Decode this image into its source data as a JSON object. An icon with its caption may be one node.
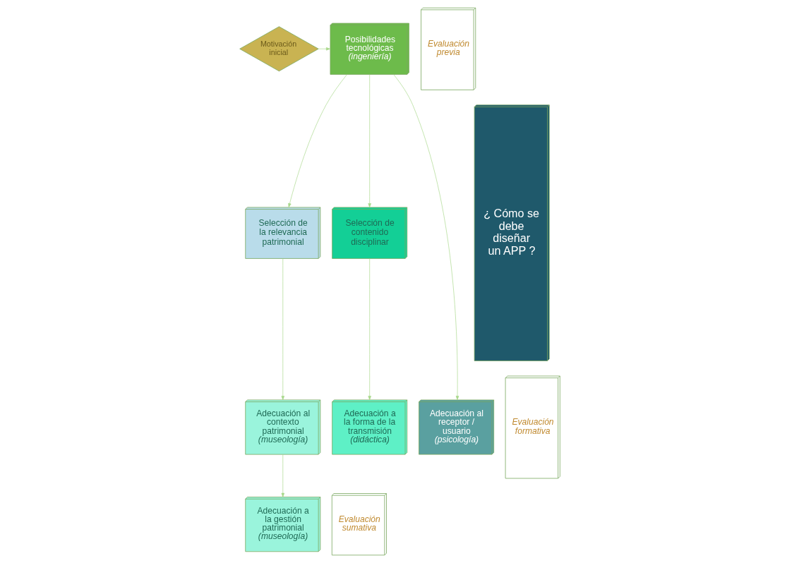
{
  "diagram": {
    "nodes": [
      {
        "text": [
          "Motivación inicial"
        ]
      },
      {
        "text": [
          "Posibilidades tecnológicas",
          "(ingeniería)"
        ]
      },
      {
        "text": [
          "Selección de la relevancia patrimonial"
        ]
      },
      {
        "text": [
          "Selección de contenido disciplinar"
        ]
      },
      {
        "text": [
          "Adecuación al contexto patrimonial",
          "(museología)"
        ]
      },
      {
        "text": [
          "Adecuación a la forma de la transmisión",
          "(didáctica)"
        ]
      },
      {
        "text": [
          "Adecuación al receptor / usuario",
          "(psicología)"
        ]
      },
      {
        "text": [
          "Adecuación a la gestión patrimonial",
          "(museología)"
        ]
      },
      {
        "text": [
          "¿ Cómo se debe diseñar un APP ?"
        ]
      },
      {
        "text": [
          "Evaluación previa"
        ]
      },
      {
        "text": [
          "Evaluación formativa"
        ]
      },
      {
        "text": [
          "Evaluación sumativa"
        ]
      }
    ],
    "edges": [
      {
        "from": 0,
        "to": 1,
        "arrow": "to"
      },
      {
        "from": 1,
        "to": 2,
        "arrow": "to"
      },
      {
        "from": 1,
        "to": 3,
        "arrow": "to"
      },
      {
        "from": 1,
        "to": 6,
        "arrow": "to"
      },
      {
        "from": 2,
        "to": 4,
        "arrow": "to"
      },
      {
        "from": 3,
        "to": 5,
        "arrow": "to"
      },
      {
        "from": 4,
        "to": 7,
        "arrow": "to"
      }
    ]
  }
}
